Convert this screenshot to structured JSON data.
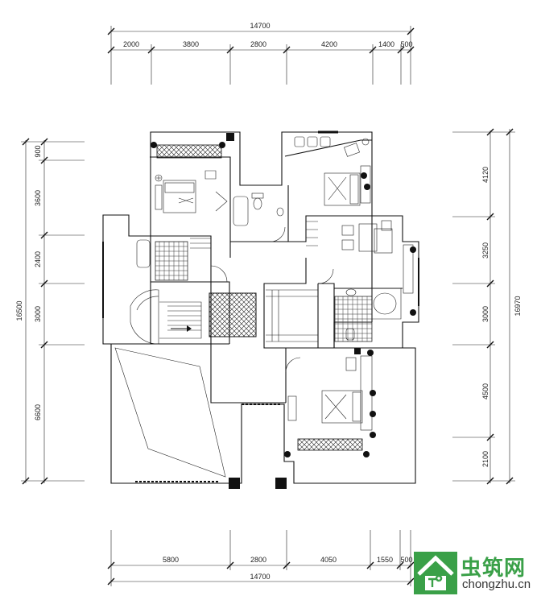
{
  "dimensions": {
    "top_total": "14700",
    "top_segments": [
      "2000",
      "3800",
      "2800",
      "4200",
      "1400",
      "500"
    ],
    "bottom_segments": [
      "5800",
      "2800",
      "4050",
      "1550",
      "500"
    ],
    "bottom_total": "14700",
    "left_total": "16500",
    "left_segments": [
      "900",
      "3600",
      "2400",
      "3000",
      "6600"
    ],
    "right_total": "16970",
    "right_segments": [
      "4120",
      "3250",
      "3000",
      "4500",
      "2100"
    ]
  },
  "watermark": {
    "name_cn": "虫筑网",
    "domain": "chongzhu.cn"
  },
  "colors": {
    "line": "#111111",
    "logo_green": "#3aa048"
  }
}
